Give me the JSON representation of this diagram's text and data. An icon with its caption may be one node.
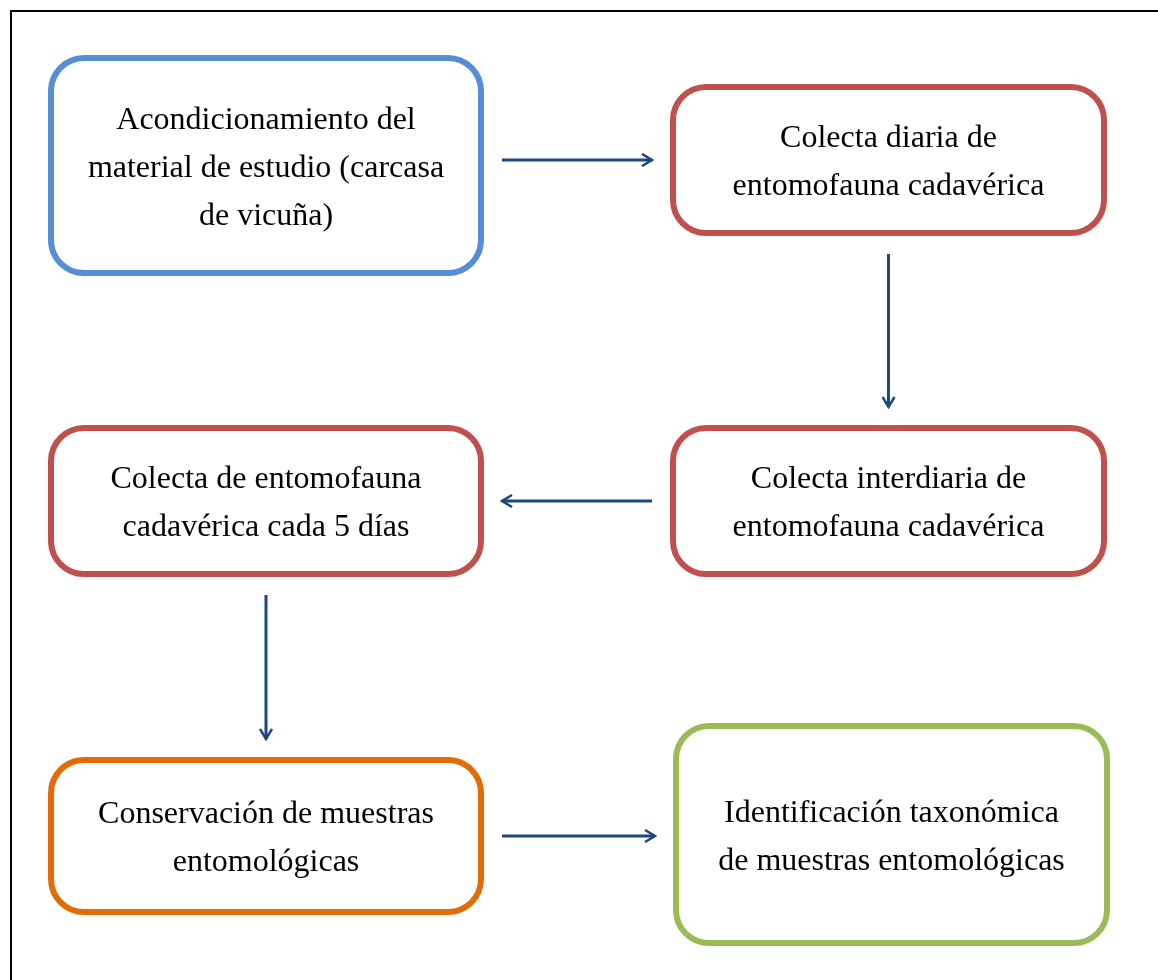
{
  "diagram": {
    "nodes": [
      {
        "text": [
          "Acondicionamiento del material de estudio (carcasa de vicuña)"
        ]
      },
      {
        "text": [
          "Colecta diaria de entomofauna cadavérica"
        ]
      },
      {
        "text": [
          "Colecta interdiaria de entomofauna cadavérica"
        ]
      },
      {
        "text": [
          "Colecta de entomofauna cadavérica cada 5 días"
        ]
      },
      {
        "text": [
          "Conservación de muestras entomológicas"
        ]
      },
      {
        "text": [
          "Identificación taxonómica de muestras entomológicas"
        ]
      }
    ],
    "edges": [
      {
        "from": 0,
        "to": 1,
        "arrow": "to"
      },
      {
        "from": 1,
        "to": 2,
        "arrow": "to"
      },
      {
        "from": 2,
        "to": 3,
        "arrow": "to"
      },
      {
        "from": 3,
        "to": 4,
        "arrow": "to"
      },
      {
        "from": 4,
        "to": 5,
        "arrow": "to"
      }
    ]
  }
}
